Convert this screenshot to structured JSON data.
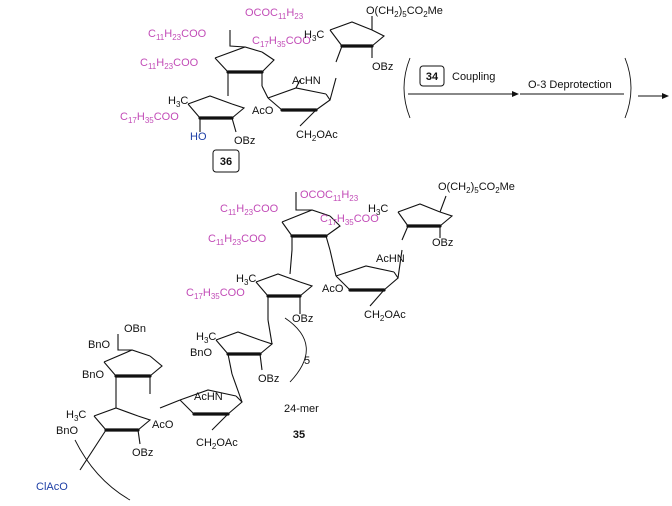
{
  "scheme": {
    "top_molecule": {
      "label": "36",
      "anomeric_substituent": "O(CH2)5CO2Me",
      "labels": [
        {
          "text": "C11H23COO",
          "color": "#c24cb7"
        },
        {
          "text": "OCOC11H23",
          "color": "#c24cb7"
        },
        {
          "text": "C11H23COO",
          "color": "#c24cb7"
        },
        {
          "text": "C17H35COO",
          "color": "#c24cb7"
        },
        {
          "text": "C17H35COO",
          "color": "#c24cb7"
        },
        {
          "text": "H3C",
          "color": "#111111"
        },
        {
          "text": "H3C",
          "color": "#111111"
        },
        {
          "text": "OBz",
          "color": "#111111"
        },
        {
          "text": "OBz",
          "color": "#111111"
        },
        {
          "text": "AcHN",
          "color": "#111111"
        },
        {
          "text": "AcO",
          "color": "#111111"
        },
        {
          "text": "CH2OAc",
          "color": "#111111"
        },
        {
          "text": "HO",
          "color": "#1e3fa6"
        }
      ]
    },
    "reaction": {
      "reagent_label": "34",
      "step1": "Coupling",
      "step2": "O-3 Deprotection"
    },
    "product": {
      "label": "35",
      "size_label": "24-mer",
      "repeat_count": "5",
      "anomeric_substituent": "O(CH2)5CO2Me",
      "labels": [
        {
          "text": "OCOC11H23",
          "color": "#c24cb7"
        },
        {
          "text": "C11H23COO",
          "color": "#c24cb7"
        },
        {
          "text": "C17H35COO",
          "color": "#c24cb7"
        },
        {
          "text": "C11H23COO",
          "color": "#c24cb7"
        },
        {
          "text": "C17H35COO",
          "color": "#c24cb7"
        },
        {
          "text": "H3C",
          "color": "#111111"
        },
        {
          "text": "H3C",
          "color": "#111111"
        },
        {
          "text": "H3C",
          "color": "#111111"
        },
        {
          "text": "H3C",
          "color": "#111111"
        },
        {
          "text": "OBz",
          "color": "#111111"
        },
        {
          "text": "OBz",
          "color": "#111111"
        },
        {
          "text": "OBz",
          "color": "#111111"
        },
        {
          "text": "OBz",
          "color": "#111111"
        },
        {
          "text": "AcHN",
          "color": "#111111"
        },
        {
          "text": "AcHN",
          "color": "#111111"
        },
        {
          "text": "AcO",
          "color": "#111111"
        },
        {
          "text": "AcO",
          "color": "#111111"
        },
        {
          "text": "CH2OAc",
          "color": "#111111"
        },
        {
          "text": "CH2OAc",
          "color": "#111111"
        },
        {
          "text": "OBn",
          "color": "#111111"
        },
        {
          "text": "BnO",
          "color": "#111111"
        },
        {
          "text": "BnO",
          "color": "#111111"
        },
        {
          "text": "BnO",
          "color": "#111111"
        },
        {
          "text": "BnO",
          "color": "#111111"
        },
        {
          "text": "ClAcO",
          "color": "#1e3fa6"
        }
      ]
    }
  }
}
